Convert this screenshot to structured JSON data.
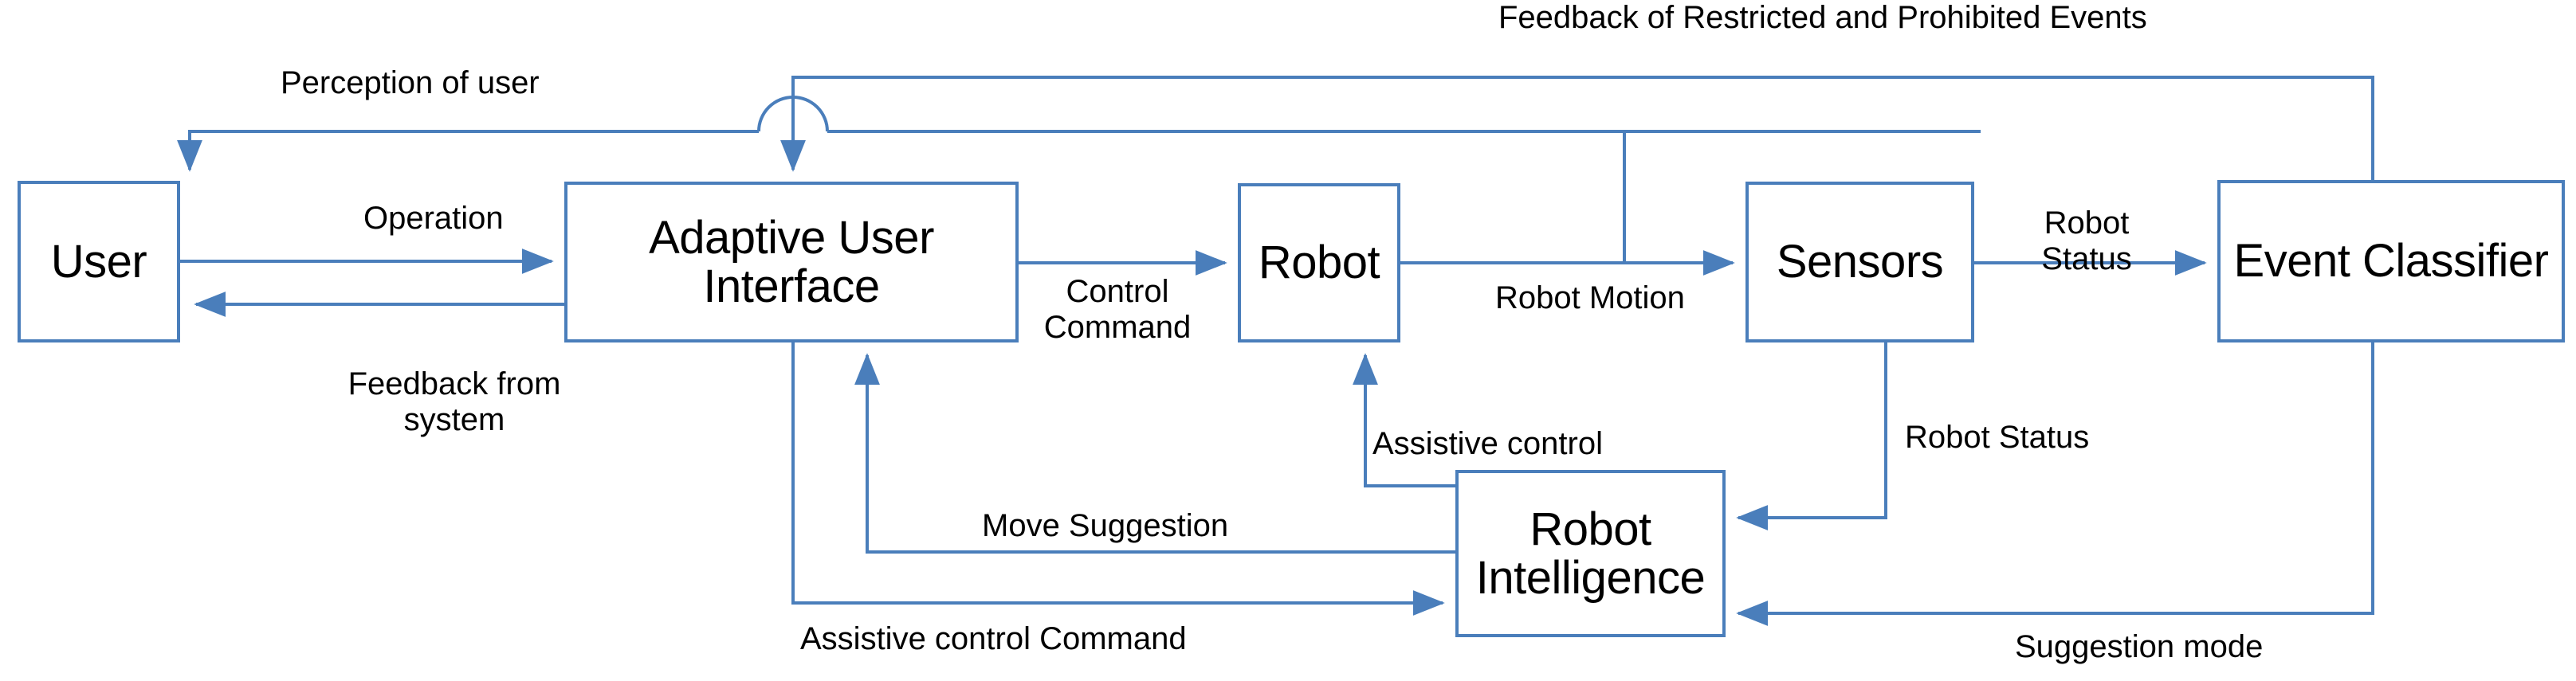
{
  "diagram": {
    "title": "Adaptive shared control system block diagram",
    "type": "block-flow-diagram",
    "background_color": "#FFFFFF",
    "line_color": "#4A7EBB",
    "text_color": "#000000",
    "nodes": [
      {
        "id": "user",
        "label": "User"
      },
      {
        "id": "aui",
        "label": "Adaptive User\nInterface"
      },
      {
        "id": "robot",
        "label": "Robot"
      },
      {
        "id": "sensors",
        "label": "Sensors"
      },
      {
        "id": "classifier",
        "label": "Event\nClassifier"
      },
      {
        "id": "intelligence",
        "label": "Robot\nIntelligence"
      }
    ],
    "edges": [
      {
        "id": "perception",
        "label": "Perception of user",
        "from": "classifier",
        "to": "user"
      },
      {
        "id": "feedback-events",
        "label": "Feedback of Restricted and Prohibited Events",
        "from": "classifier",
        "to": "aui"
      },
      {
        "id": "operation",
        "label": "Operation",
        "from": "user",
        "to": "aui"
      },
      {
        "id": "feedback-system",
        "label": "Feedback from\nsystem",
        "from": "aui",
        "to": "user"
      },
      {
        "id": "control-command",
        "label": "Control\nCommand",
        "from": "aui",
        "to": "robot"
      },
      {
        "id": "robot-motion",
        "label": "Robot Motion",
        "from": "robot",
        "to": "sensors"
      },
      {
        "id": "robot-status-top",
        "label": "Robot\nStatus",
        "from": "sensors",
        "to": "classifier"
      },
      {
        "id": "robot-status-down",
        "label": "Robot Status",
        "from": "sensors",
        "to": "intelligence"
      },
      {
        "id": "assistive-control",
        "label": "Assistive control",
        "from": "intelligence",
        "to": "robot"
      },
      {
        "id": "move-suggestion",
        "label": "Move Suggestion",
        "from": "intelligence",
        "to": "aui"
      },
      {
        "id": "assistive-command",
        "label": "Assistive control Command",
        "from": "aui",
        "to": "intelligence"
      },
      {
        "id": "suggestion-mode",
        "label": "Suggestion mode",
        "from": "classifier",
        "to": "intelligence"
      }
    ]
  }
}
